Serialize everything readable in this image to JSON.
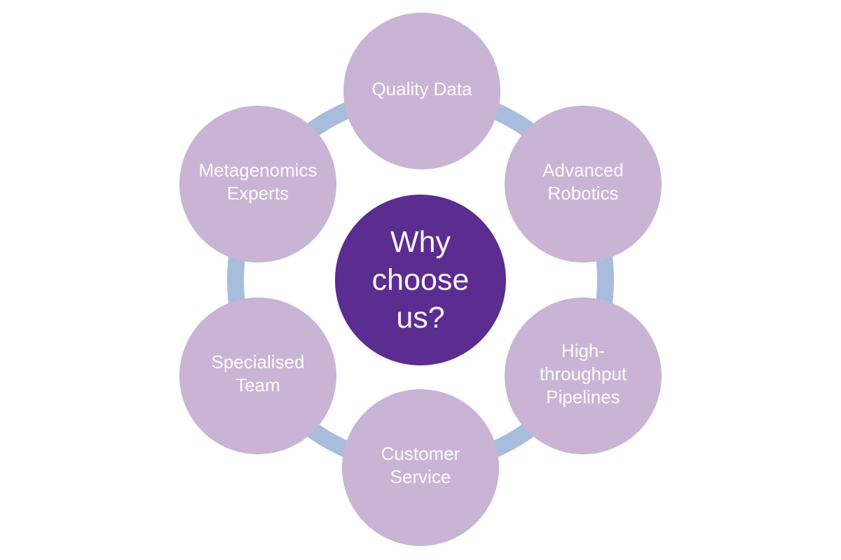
{
  "diagram": {
    "title": "Why choose us cycle diagram",
    "center": {
      "label": "Why choose us?"
    },
    "satellites": [
      {
        "label": "Quality Data"
      },
      {
        "label": "Advanced Robotics"
      },
      {
        "label": "High-throughput Pipelines"
      },
      {
        "label": "Customer Service"
      },
      {
        "label": "Specialised Team"
      },
      {
        "label": "Metagenomics Experts"
      }
    ],
    "colors": {
      "background": "#FFFFFF",
      "satellite_fill": "#C9B4D6",
      "center_fill": "#5C2D90",
      "connector_ring": "#A8BCDC",
      "text": "#FFFFFF"
    }
  }
}
